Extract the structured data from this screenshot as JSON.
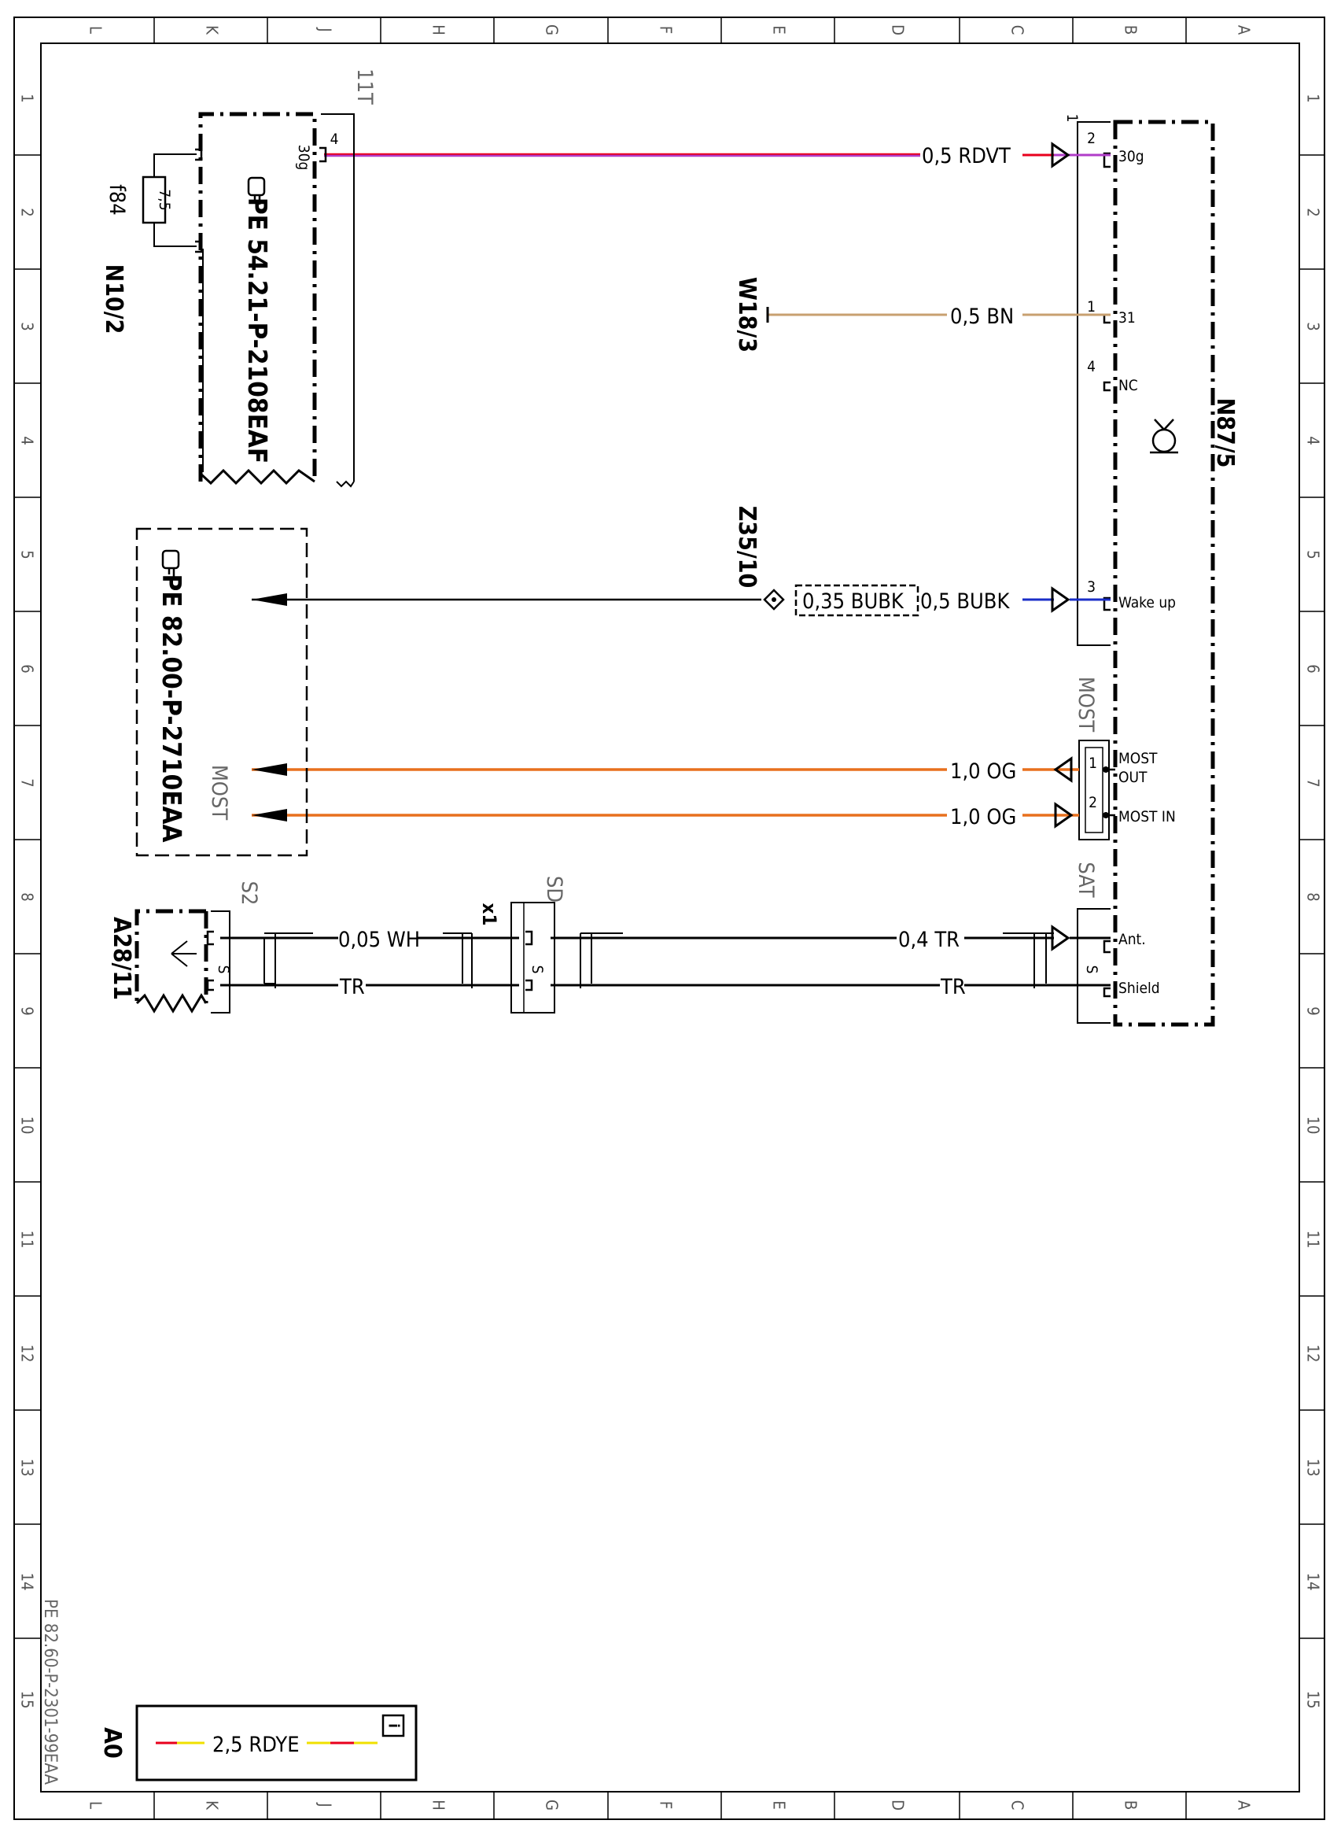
{
  "columns": [
    "L",
    "K",
    "J",
    "H",
    "G",
    "F",
    "E",
    "D",
    "C",
    "B",
    "A"
  ],
  "rows": [
    "1",
    "2",
    "3",
    "4",
    "5",
    "6",
    "7",
    "8",
    "9",
    "10",
    "11",
    "12",
    "13",
    "14",
    "15"
  ],
  "components": {
    "N87_5": {
      "name": "N87/5",
      "connector": "1",
      "section_label": "MOST"
    },
    "N10_2": {
      "name": "N10/2",
      "connector": "11T",
      "fuse_name": "f84",
      "fuse_value": "7,5",
      "pin_no": "4",
      "pin_name": "30g"
    },
    "W18_3": {
      "name": "W18/3"
    },
    "Z35_10": {
      "name": "Z35/10"
    },
    "A28_11": {
      "name": "A28/11",
      "connector": "S2",
      "shield_mark": "S"
    },
    "X1": {
      "name": "x1",
      "connector": "SD",
      "shield_mark": "S"
    },
    "SAT": {
      "name": "SAT",
      "shield_mark": "S"
    }
  },
  "pins": [
    {
      "no": "2",
      "name": "30g"
    },
    {
      "no": "1",
      "name": "31"
    },
    {
      "no": "4",
      "name": "NC"
    },
    {
      "no": "3",
      "name": "Wake up"
    },
    {
      "no": "1",
      "name": "MOST OUT",
      "name_line1": "MOST",
      "name_line2": "OUT"
    },
    {
      "no": "2",
      "name": "MOST IN"
    },
    {
      "no": "",
      "name": "Ant."
    },
    {
      "no": "",
      "name": "Shield"
    }
  ],
  "wires": {
    "rdvt": "0,5 RDVT",
    "bn": "0,5 BN",
    "bubk_splice": "0,35 BUBK",
    "bubk": "0,5 BUBK",
    "most_out": "1,0 OG",
    "most_in": "1,0 OG",
    "ant_left": "0,05 WH",
    "ant_right": "0,4 TR",
    "shield_left": "TR",
    "shield_right": "TR"
  },
  "refs": {
    "pe_54": "PE 54.21-P-2108EAF",
    "pe_82_00": "PE 82.00-P-2710EAA",
    "most_label": "MOST",
    "footer_doc": "PE 82.60-P-2301-99EAA"
  },
  "legend": {
    "component": "A0",
    "wire": "2,5 RDYE",
    "info": "i"
  },
  "colors": {
    "rd": "#e8001c",
    "vt": "#b03cc8",
    "bn": "#c8a070",
    "bu": "#1a2ec8",
    "og": "#e8701e",
    "ye": "#f0e000",
    "bk": "#000000"
  }
}
